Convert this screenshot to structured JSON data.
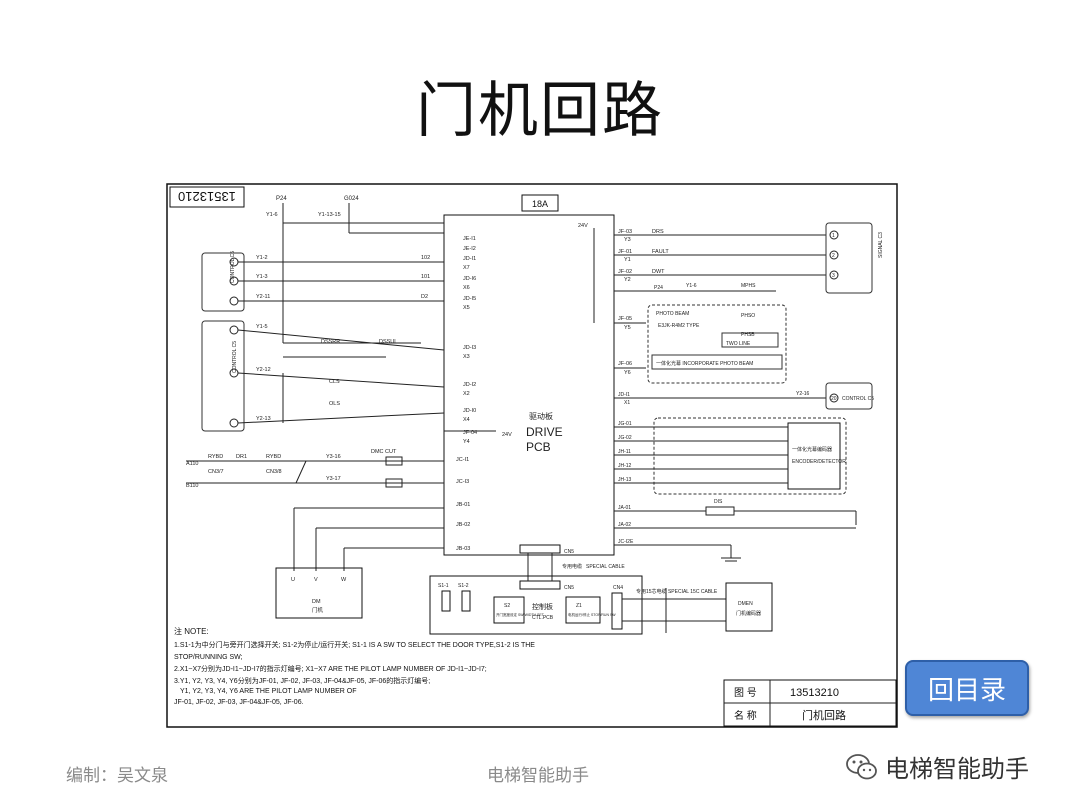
{
  "slide": {
    "title": "门机回路",
    "footer_left": "编制：吴文泉",
    "footer_center": "电梯智能助手",
    "toc_button": "回目录",
    "watermark": "电梯智能助手"
  },
  "diagram": {
    "drawing_no_corner": "13513210",
    "board_tag": "18A",
    "drive_pcb": [
      "驱动板",
      "DRIVE",
      "PCB"
    ],
    "ctl_pcb": [
      "控制板",
      "CTL.PCB"
    ],
    "top_terminals": [
      "P24",
      "G024",
      "Y1-6",
      "Y1-13-15"
    ],
    "left_inputs": [
      {
        "wire": "Y1-2",
        "num": "102",
        "pin": "JD-I1",
        "x": "X7"
      },
      {
        "wire": "Y1-3",
        "num": "101",
        "pin": "JD-I6",
        "x": "X6"
      },
      {
        "wire": "Y2-11",
        "num": "D2",
        "pin": "JD-I5",
        "x": "X5"
      },
      {
        "wire": "Y1-5",
        "num": "",
        "pin": "JD-I3",
        "x": "X3"
      },
      {
        "wire": "Y2-12",
        "num": "CLS",
        "pin": "JD-I2",
        "x": "X2"
      },
      {
        "wire": "Y2-13",
        "num": "OLS",
        "pin": "JD-I0",
        "x": "X4"
      }
    ],
    "left_group_a": "CONTROL C5",
    "left_group_b": "CONTROL C5",
    "dss_labels": [
      "DSSRR",
      "DSSUL"
    ],
    "jf04": "JF-04",
    "y4_24v": "24V",
    "power_row_a": {
      "a": "A110",
      "ry": "RYBD",
      "dr": "DR1",
      "ry2": "RYBD",
      "cn": "CN3/7",
      "cn2": "CN3/8",
      "y": "Y3-16",
      "dmc": "DMC CUT",
      "pin": "JC-I1"
    },
    "power_row_b": {
      "a": "B110",
      "y": "Y3-17",
      "pin": "JC-I3"
    },
    "motor_pins": [
      "JB-01",
      "JB-02",
      "JB-03"
    ],
    "motor_label": "DM",
    "motor_sub": "门机",
    "uvw": [
      "U",
      "V",
      "W"
    ],
    "right_outputs": [
      {
        "pin": "JF-03",
        "y": "Y3",
        "sig": "DRS"
      },
      {
        "pin": "JF-01",
        "y": "Y1",
        "sig": "FAULT"
      },
      {
        "pin": "JF-02",
        "y": "Y2",
        "sig": "DWT"
      },
      {
        "pin": "JF-05",
        "y": "Y5",
        "sig": ""
      },
      {
        "pin": "JF-06",
        "y": "Y6",
        "sig": ""
      }
    ],
    "voltage_24v": "24V",
    "signal_box": "SIGNAL C3",
    "signal_nums": [
      "1",
      "2",
      "3"
    ],
    "photo": {
      "p24": "P24",
      "y16": "Y1-6",
      "mphs": "MPHS",
      "photo_beam": "PHOTO BEAM",
      "phso": "PHSO",
      "type": "E3JK-R4M2 TYPE",
      "phsb": "PHSB",
      "two_line": "TWO LINE",
      "incorp": "一体化光幕 INCORPORATE PHOTO BEAM"
    },
    "jd01": {
      "pin": "JD-I1",
      "x": "X1",
      "y": "Y2-16",
      "num": "20",
      "box": "CONTROL C5"
    },
    "jg_pins": [
      "JG-01",
      "JG-02",
      "JH-11",
      "JH-12",
      "JH-13"
    ],
    "encoder_box": [
      "一体化光幕编码器",
      "ENCODER/DETECTOR"
    ],
    "ja_pins": [
      "JA-01",
      "JA-02",
      "JC-I2E"
    ],
    "dis": "DIS",
    "cn5": "CN5",
    "cn4": "CN4",
    "special_cable": "SPECIAL CABLE",
    "special_cable_cn": "专用电缆",
    "special_15c": "专用15芯电缆 SPECIAL 15C CABLE",
    "dmen": "DMEN",
    "dmen_sub": "门机编码器",
    "switches": [
      "S1-1",
      "S1-2"
    ],
    "s2": {
      "label": "S2",
      "sub": "开门宽度设定 SW WIDTH SET"
    },
    "z1": {
      "label": "Z1",
      "sub": "电机运行/停止 STOP/RUN SW"
    },
    "notes": [
      "注 NOTE:",
      "1.S1-1为中分门与旁开门选择开关; S1-2为停止/运行开关; S1-1 IS A SW TO SELECT THE DOOR TYPE,S1-2 IS THE",
      "STOP/RUNNING SW;",
      "2.X1~X7分别为JD-I1~JD-I7的指示灯编号; X1~X7 ARE THE PILOT LAMP NUMBER OF JD-I1~JD-I7;",
      "3.Y1, Y2, Y3, Y4, Y6分别为JF-01, JF-02, JF-03, JF-04&JF-05, JF-06的指示灯编号;",
      "Y1, Y2, Y3, Y4, Y6 ARE THE PILOT LAMP NUMBER OF",
      "JF-01, JF-02, JF-03, JF-04&JF-05, JF-06."
    ],
    "title_block": {
      "label_no": "图 号",
      "drawing_no": "13513210",
      "label_name": "名 称",
      "name": "门机回路"
    }
  }
}
